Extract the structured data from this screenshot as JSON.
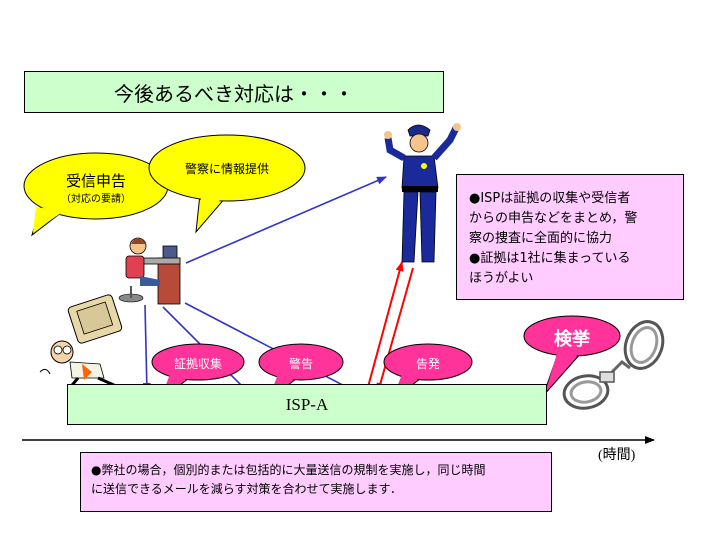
{
  "title": "今後あるべき対応は・・・",
  "bubbles": {
    "report_main": "受信申告",
    "report_sub": "（対応の要請）",
    "police_info": "警察に情報提供",
    "evidence": "証拠収集",
    "warning": "警告",
    "accusation": "告発",
    "arrest": "検挙"
  },
  "info_box": {
    "lines": [
      "●ISPは証拠の収集や受信者",
      "からの申告などをまとめ，警",
      "察の捜査に全面的に協力",
      "●証拠は1社に集まっている",
      "ほうがよい"
    ]
  },
  "isp_label": "ISP-A",
  "time_label": "(時間)",
  "bottom_box": {
    "lines": [
      "●弊社の場合，個別的または包括的に大量送信の規制を実施し，同じ時間",
      "に送信できるメールを減らす対策を合わせて実施します．"
    ]
  },
  "colors": {
    "green_box": "#ccffcc",
    "pink_box": "#ffccff",
    "yellow_bubble": "#ffff00",
    "pink_bubble": "#ff3399",
    "arrow_blue": "#3333cc",
    "arrow_red": "#ff0000"
  },
  "icons": [
    "office-worker-icon",
    "police-officer-icon",
    "isp-runner-icon",
    "handcuffs-icon"
  ]
}
